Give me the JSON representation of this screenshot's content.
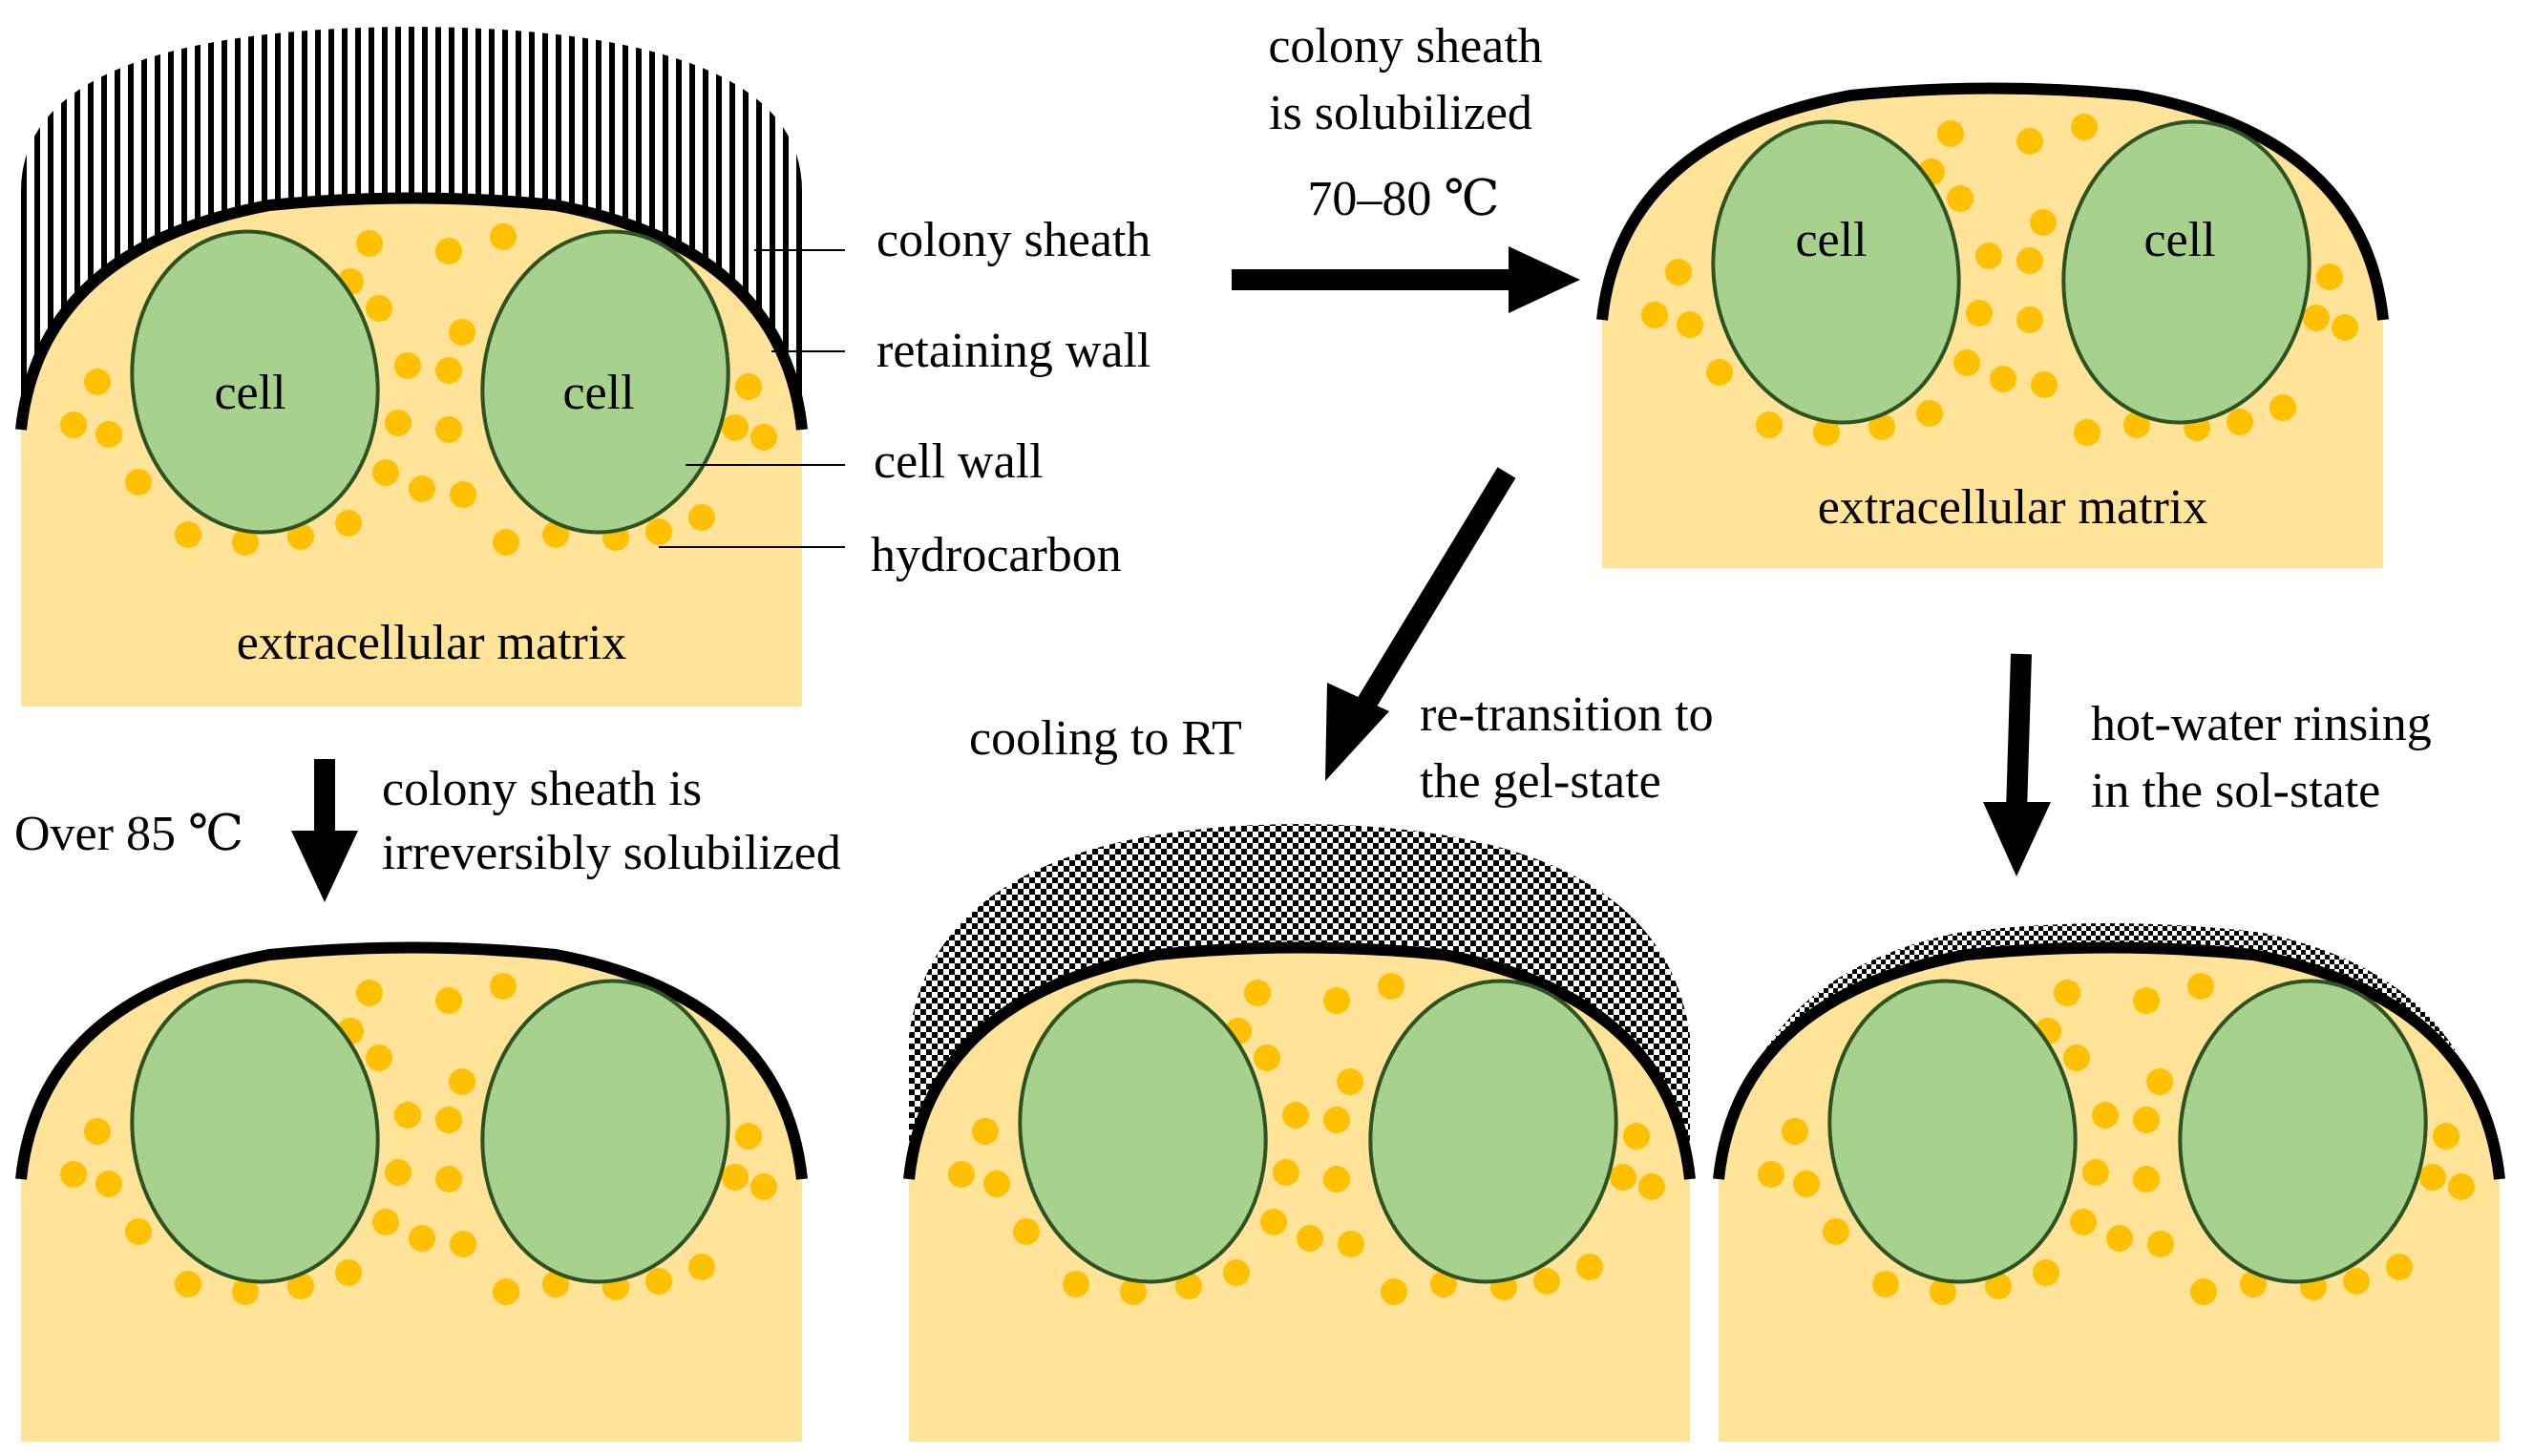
{
  "colors": {
    "matrix": "#FFE398",
    "cell_fill": "#A8D18D",
    "cell_stroke": "#2E5322",
    "hydrocarbon": "#FFC000",
    "wall": "#000000",
    "sheath_pattern": "vertical-stripes",
    "gel_pattern": "checkerboard"
  },
  "labels": {
    "colony_sheath": "colony sheath",
    "retaining_wall": "retaining wall",
    "cell_wall": "cell wall",
    "hydrocarbon": "hydrocarbon",
    "cell": "cell",
    "extracellular_matrix": "extracellular matrix"
  },
  "arrows": {
    "heat": {
      "line1": "colony sheath",
      "line2": "is solubilized",
      "temp": "70–80 ℃"
    },
    "over85": {
      "temp": "Over 85 ℃",
      "line1": "colony sheath is",
      "line2": "irreversibly solubilized"
    },
    "cooling": {
      "left": "cooling to RT",
      "line1": "re-transition to",
      "line2": "the gel-state"
    },
    "rinse": {
      "line1": "hot-water rinsing",
      "line2": "in the sol-state"
    }
  },
  "panels": [
    {
      "id": "native",
      "sheath": "striped",
      "cell_labels": true,
      "matrix_label": true
    },
    {
      "id": "solubilized",
      "sheath": "none",
      "cell_labels": true,
      "matrix_label": true
    },
    {
      "id": "irreversible",
      "sheath": "none",
      "cell_labels": false,
      "matrix_label": false
    },
    {
      "id": "gel",
      "sheath": "checkered-thick",
      "cell_labels": false,
      "matrix_label": false
    },
    {
      "id": "rinsed",
      "sheath": "checkered-thin",
      "cell_labels": false,
      "matrix_label": false
    }
  ]
}
